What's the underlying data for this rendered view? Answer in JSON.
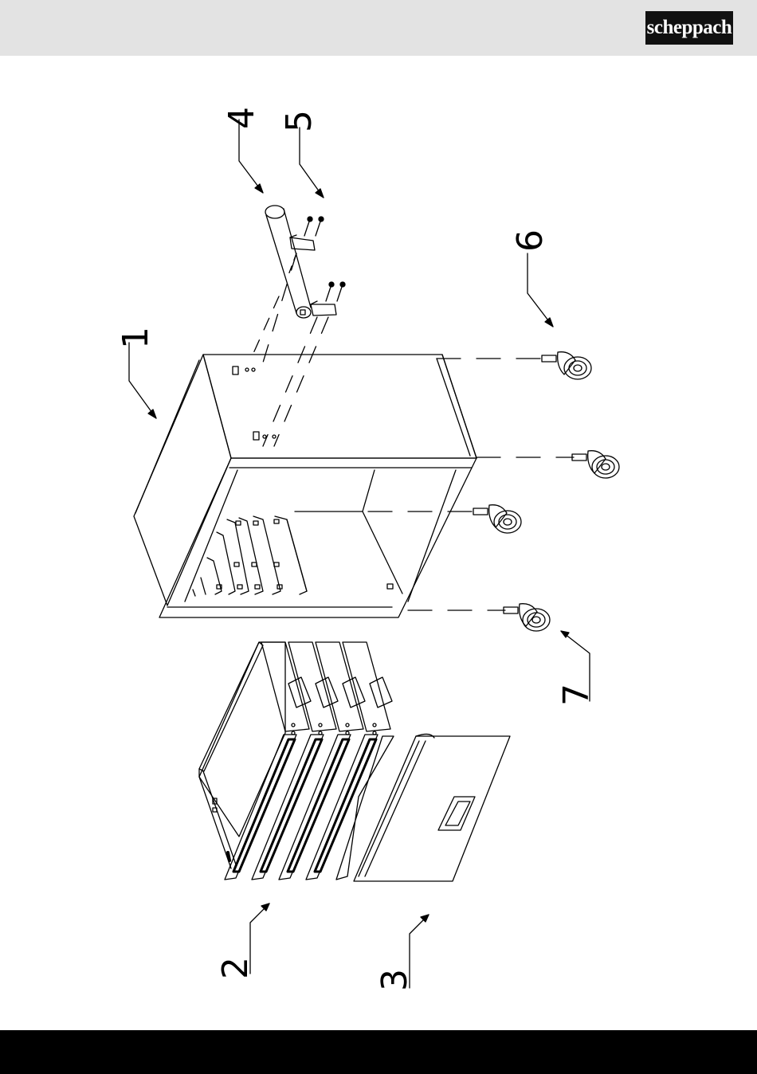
{
  "header": {
    "logo_text": "scheppach",
    "bg_color": "#e3e3e3"
  },
  "footer": {
    "bg_color": "#000000"
  },
  "diagram": {
    "callouts": [
      {
        "label": "1",
        "part": "cabinet-body"
      },
      {
        "label": "2",
        "part": "drawers"
      },
      {
        "label": "3",
        "part": "door"
      },
      {
        "label": "4",
        "part": "handle-bar"
      },
      {
        "label": "5",
        "part": "screws"
      },
      {
        "label": "6",
        "part": "caster"
      },
      {
        "label": "7",
        "part": "caster"
      }
    ]
  }
}
